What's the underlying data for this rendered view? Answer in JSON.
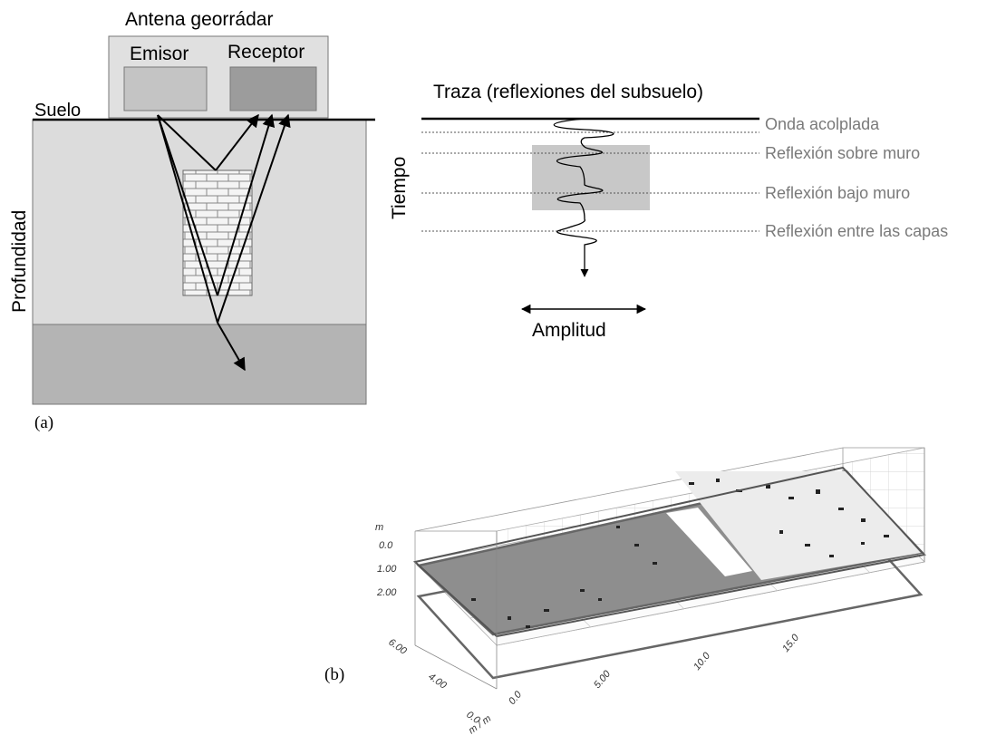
{
  "panel_a": {
    "antenna_title": "Antena georrádar",
    "emitter_label": "Emisor",
    "receiver_label": "Receptor",
    "ground_label": "Suelo",
    "depth_label": "Profundidad",
    "panel_label": "(a)"
  },
  "trace": {
    "title": "Traza (reflexiones del subsuelo)",
    "time_label": "Tiempo",
    "amplitude_label": "Amplitud",
    "events": [
      "Onda acolplada",
      "Reflexión sobre muro",
      "Reflexión bajo muro",
      "Reflexión entre las capas"
    ]
  },
  "panel_b": {
    "panel_label": "(b)",
    "z_unit": "m",
    "z_ticks": [
      "0.0",
      "1.00",
      "2.00"
    ],
    "y_ticks": [
      "6.00",
      "4.00",
      "0.0"
    ],
    "x_ticks": [
      "0.0",
      "5.00",
      "10.0",
      "15.0"
    ],
    "corner_units": "m / m"
  },
  "colors": {
    "ground": "#dcdcdc",
    "lower_layer": "#b4b4b4",
    "antenna_box": "#e0e0e0",
    "emitter": "#c4c4c4",
    "receiver": "#9c9c9c",
    "highlight_box": "#c8c8c8",
    "slice": "#8e8e8e"
  }
}
